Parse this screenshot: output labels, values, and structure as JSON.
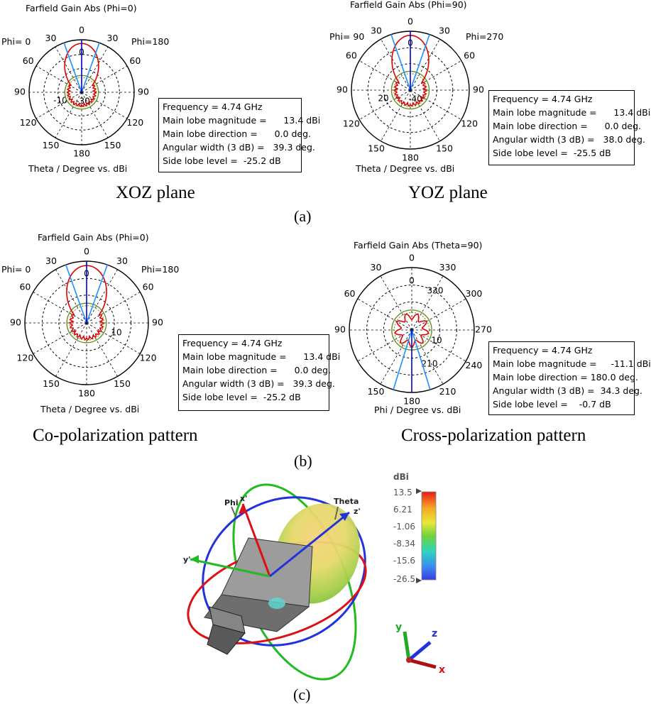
{
  "figure": {
    "sublabels": {
      "a": "(a)",
      "b": "(b)",
      "c": "(c)"
    },
    "captions": {
      "xoz": "XOZ plane",
      "yoz": "YOZ plane",
      "co": "Co-polarization pattern",
      "cross": "Cross-polarization pattern"
    }
  },
  "chart_data": [
    {
      "type": "polar",
      "title": "Farfield Gain Abs (Phi=0)",
      "axis_caption": "Theta / Degree vs. dBi",
      "left_label": "Phi=  0",
      "right_label": "Phi=180",
      "angle_labels_outer": [
        "0",
        "30",
        "30",
        "60",
        "60",
        "90",
        "90",
        "120",
        "120",
        "150",
        "150",
        "180"
      ],
      "radial_labels": [
        "0",
        "-10",
        "-30"
      ],
      "info": {
        "frequency": "Frequency = 4.74 GHz",
        "main_lobe_magnitude": "Main lobe magnitude =      13.4 dBi",
        "main_lobe_direction": "Main lobe direction =      0.0 deg.",
        "angular_width": "Angular width (3 dB) =   39.3 deg.",
        "side_lobe_level": "Side lobe level =  -25.2 dB"
      },
      "main_lobe_direction_deg": 0,
      "beamwidth_deg": 39.3,
      "series_colors": {
        "gain": "#e00000",
        "reference": "#6b8e23",
        "beam": "#1e90ff",
        "main": "#0000cc"
      }
    },
    {
      "type": "polar",
      "title": "Farfield Gain Abs (Phi=90)",
      "axis_caption": "Theta / Degree vs. dBi",
      "left_label": "Phi= 90",
      "right_label": "Phi=270",
      "angle_labels_outer": [
        "0",
        "30",
        "30",
        "60",
        "60",
        "90",
        "90",
        "120",
        "120",
        "150",
        "150",
        "180"
      ],
      "radial_labels": [
        "0",
        "20",
        "-40"
      ],
      "info": {
        "frequency": "Frequency = 4.74 GHz",
        "main_lobe_magnitude": "Main lobe magnitude =      13.4 dBi",
        "main_lobe_direction": "Main lobe direction =      0.0 deg.",
        "angular_width": "Angular width (3 dB) =   38.0 deg.",
        "side_lobe_level": "Side lobe level =  -25.5 dB"
      },
      "main_lobe_direction_deg": 0,
      "beamwidth_deg": 38.0
    },
    {
      "type": "polar",
      "title": "Farfield Gain Abs (Phi=0)",
      "axis_caption": "Theta / Degree vs. dBi",
      "left_label": "Phi=  0",
      "right_label": "Phi=180",
      "angle_labels_outer": [
        "0",
        "30",
        "30",
        "60",
        "60",
        "90",
        "90",
        "120",
        "120",
        "150",
        "150",
        "180"
      ],
      "radial_labels": [
        "0",
        "10"
      ],
      "info": {
        "frequency": "Frequency = 4.74 GHz",
        "main_lobe_magnitude": "Main lobe magnitude =      13.4 dBi",
        "main_lobe_direction": "Main lobe direction =      0.0 deg.",
        "angular_width": "Angular width (3 dB) =   39.3 deg.",
        "side_lobe_level": "Side lobe level =  -25.2 dB"
      },
      "main_lobe_direction_deg": 0,
      "beamwidth_deg": 39.3
    },
    {
      "type": "polar",
      "title": "Farfield Gain Abs (Theta=90)",
      "axis_caption": "Phi / Degree vs. dBi",
      "angle_labels_outer": [
        "0",
        "30",
        "330",
        "60",
        "300",
        "90",
        "270",
        "240",
        "150",
        "210",
        "180"
      ],
      "radial_labels": [
        "0",
        "330",
        "10",
        "210"
      ],
      "info": {
        "frequency": "Frequency = 4.74 GHz",
        "main_lobe_magnitude": "Main lobe magnitude =     -11.1 dBi",
        "main_lobe_direction": "Main lobe direction = 180.0 deg.",
        "angular_width": "Angular width (3 dB) =  34.3 deg.",
        "side_lobe_level": "Side lobe level =    -0.7 dB"
      },
      "main_lobe_direction_deg": 180,
      "beamwidth_deg": 34.3
    },
    {
      "type": "3d-pattern",
      "colorbar": {
        "unit": "dBi",
        "ticks": [
          "13.5",
          "6.21",
          "-1.06",
          "-8.34",
          "-15.6",
          "-26.5"
        ]
      },
      "axis_labels": {
        "phi": "Phi",
        "theta": "Theta",
        "x_prime": "x'",
        "y_prime": "y'",
        "z_prime": "z'"
      },
      "triad": {
        "x": "x",
        "y": "y",
        "z": "z"
      }
    }
  ]
}
